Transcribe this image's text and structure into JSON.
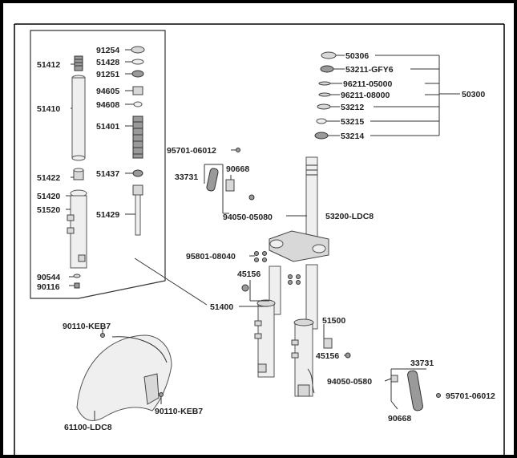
{
  "diagram": {
    "inset_labels": {
      "l51412": "51412",
      "l51410": "51410",
      "l51422": "51422",
      "l51420": "51420",
      "l51520": "51520",
      "l90544": "90544",
      "l90116": "90116",
      "l91254": "91254",
      "l51428": "51428",
      "l91251": "91251",
      "l94605": "94605",
      "l94608": "94608",
      "l51401": "51401",
      "l51437": "51437",
      "l51429": "51429"
    },
    "top_right_labels": {
      "l50306": "50306",
      "l53211": "53211-GFY6",
      "l96211a": "96211-05000",
      "l96211b": "96211-08000",
      "l53212": "53212",
      "l53215": "53215",
      "l53214": "53214",
      "l50300": "50300"
    },
    "main_labels": {
      "l95701a": "95701-06012",
      "l33731a": "33731",
      "l90668a": "90668",
      "l94050a": "94050-05080",
      "l53200": "53200-LDC8",
      "l95801": "95801-08040",
      "l45156a": "45156",
      "l51400": "51400",
      "l51500": "51500",
      "l45156b": "45156",
      "l33731b": "33731",
      "l94050b": "94050-0580",
      "l95701b": "95701-06012",
      "l90668b": "90668",
      "l90110a": "90110-KEB7",
      "l90110b": "90110-KEB7",
      "l61100": "61100-LDC8"
    }
  }
}
